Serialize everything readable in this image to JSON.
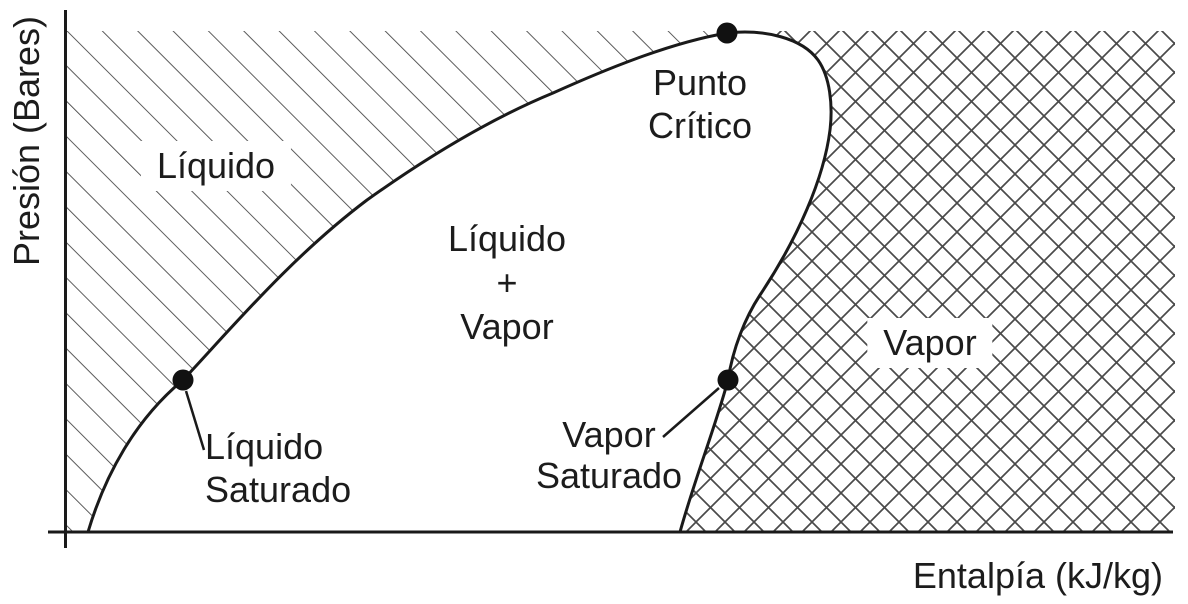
{
  "diagram": {
    "kind": "pressure-enthalpy phase diagram",
    "y_axis": {
      "label": "Presión (Bares)"
    },
    "x_axis": {
      "label": "Entalpía (kJ/kg)"
    },
    "regions": [
      {
        "id": "liquid",
        "label": "Líquido"
      },
      {
        "id": "liquid-plus-vapor",
        "label_lines": [
          "Líquido",
          "+",
          "Vapor"
        ]
      },
      {
        "id": "vapor",
        "label": "Vapor"
      }
    ],
    "points": [
      {
        "id": "critical-point",
        "label_lines": [
          "Punto",
          "Crítico"
        ]
      },
      {
        "id": "saturated-liquid",
        "label_lines": [
          "Líquido",
          "Saturado"
        ]
      },
      {
        "id": "saturated-vapor",
        "label_lines": [
          "Vapor",
          "Saturado"
        ]
      }
    ],
    "colors": {
      "ink": "#1a1a1a",
      "hatch": "#4a4a4a",
      "background": "#ffffff"
    }
  }
}
